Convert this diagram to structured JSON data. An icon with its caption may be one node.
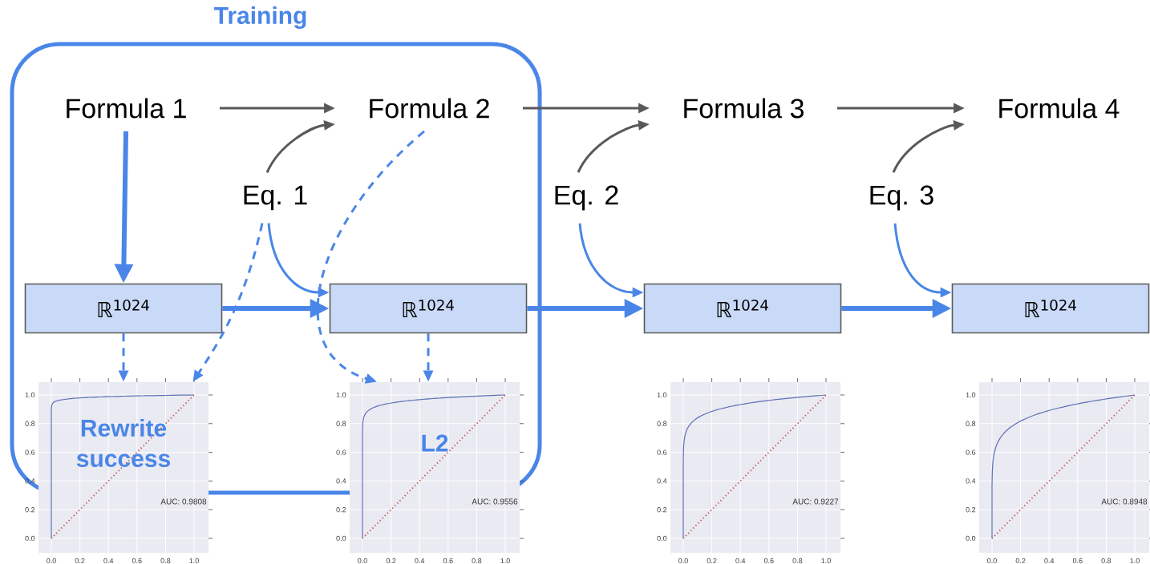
{
  "diagram": {
    "nodes": [
      {
        "text": [
          "Training"
        ]
      },
      {
        "text": [
          "Formula 1"
        ],
        "in": 0
      },
      {
        "text": [
          "Formula 2"
        ],
        "in": 0
      },
      {
        "text": [
          "Formula 3"
        ]
      },
      {
        "text": [
          "Formula 4"
        ]
      },
      {
        "text": [
          "Eq. 1"
        ],
        "in": 0
      },
      {
        "text": [
          "Eq. 2"
        ]
      },
      {
        "text": [
          "Eq. 3"
        ]
      },
      {
        "text": [
          "ℝ$^{1024}$"
        ],
        "in": 0
      },
      {
        "text": [
          "ℝ$^{1024}$"
        ],
        "in": 0
      },
      {
        "text": [
          "ℝ$^{1024}$"
        ]
      },
      {
        "text": [
          "ℝ$^{1024}$"
        ]
      },
      {
        "text": [
          "Rewrite success",
          "AUC: 0.9808"
        ],
        "beside": [
          "1.0",
          "0.8",
          "0.6",
          "0.4",
          "0.2",
          "0.0",
          "0.0",
          "0.2",
          "0.4",
          "0.6",
          "0.8",
          "1.0"
        ]
      },
      {
        "text": [
          "L2",
          "AUC: 0.9556"
        ],
        "beside": [
          "1.0",
          "0.8",
          "0.6",
          "0.4",
          "0.2",
          "0.0",
          "0.0",
          "0.2",
          "0.4",
          "0.6",
          "0.8",
          "1.0"
        ]
      },
      {
        "text": [
          "AUC: 0.9227"
        ],
        "beside": [
          "1.0",
          "0.8",
          "0.6",
          "0.4",
          "0.2",
          "0.0",
          "0.0",
          "0.2",
          "0.4",
          "0.6",
          "0.8",
          "1.0"
        ]
      },
      {
        "text": [
          "AUC: 0.8948"
        ],
        "beside": [
          "1.0",
          "0.8",
          "0.6",
          "0.4",
          "0.2",
          "0.0",
          "0.0",
          "0.2",
          "0.4",
          "0.6",
          "0.8",
          "1.0"
        ]
      }
    ],
    "edges": [
      {
        "from": 1,
        "to": 2,
        "arrow": "to",
        "color": "#595959"
      },
      {
        "from": 2,
        "to": 3,
        "arrow": "to",
        "color": "#595959"
      },
      {
        "from": 3,
        "to": 4,
        "arrow": "to",
        "color": "#595959"
      },
      {
        "from": 5,
        "to": 2,
        "arrow": "to",
        "color": "#595959"
      },
      {
        "from": 6,
        "to": 3,
        "arrow": "to",
        "color": "#595959"
      },
      {
        "from": 7,
        "to": 4,
        "arrow": "to",
        "color": "#595959"
      },
      {
        "from": 1,
        "to": 8,
        "arrow": "to",
        "style": "thick"
      },
      {
        "from": 5,
        "to": 9,
        "arrow": "to"
      },
      {
        "from": 6,
        "to": 10,
        "arrow": "to"
      },
      {
        "from": 7,
        "to": 11,
        "arrow": "to"
      },
      {
        "from": 8,
        "to": 9,
        "arrow": "to",
        "style": "thick"
      },
      {
        "from": 9,
        "to": 10,
        "arrow": "to",
        "style": "thick"
      },
      {
        "from": 10,
        "to": 11,
        "arrow": "to",
        "style": "thick"
      },
      {
        "from": 8,
        "to": 12,
        "arrow": "to",
        "style": "dashed"
      },
      {
        "from": 5,
        "to": 12,
        "arrow": "to",
        "style": "dashed"
      },
      {
        "from": 2,
        "to": 13,
        "arrow": "to",
        "style": "dashed"
      },
      {
        "from": 9,
        "to": 13,
        "arrow": "to",
        "style": "dashed"
      }
    ]
  }
}
